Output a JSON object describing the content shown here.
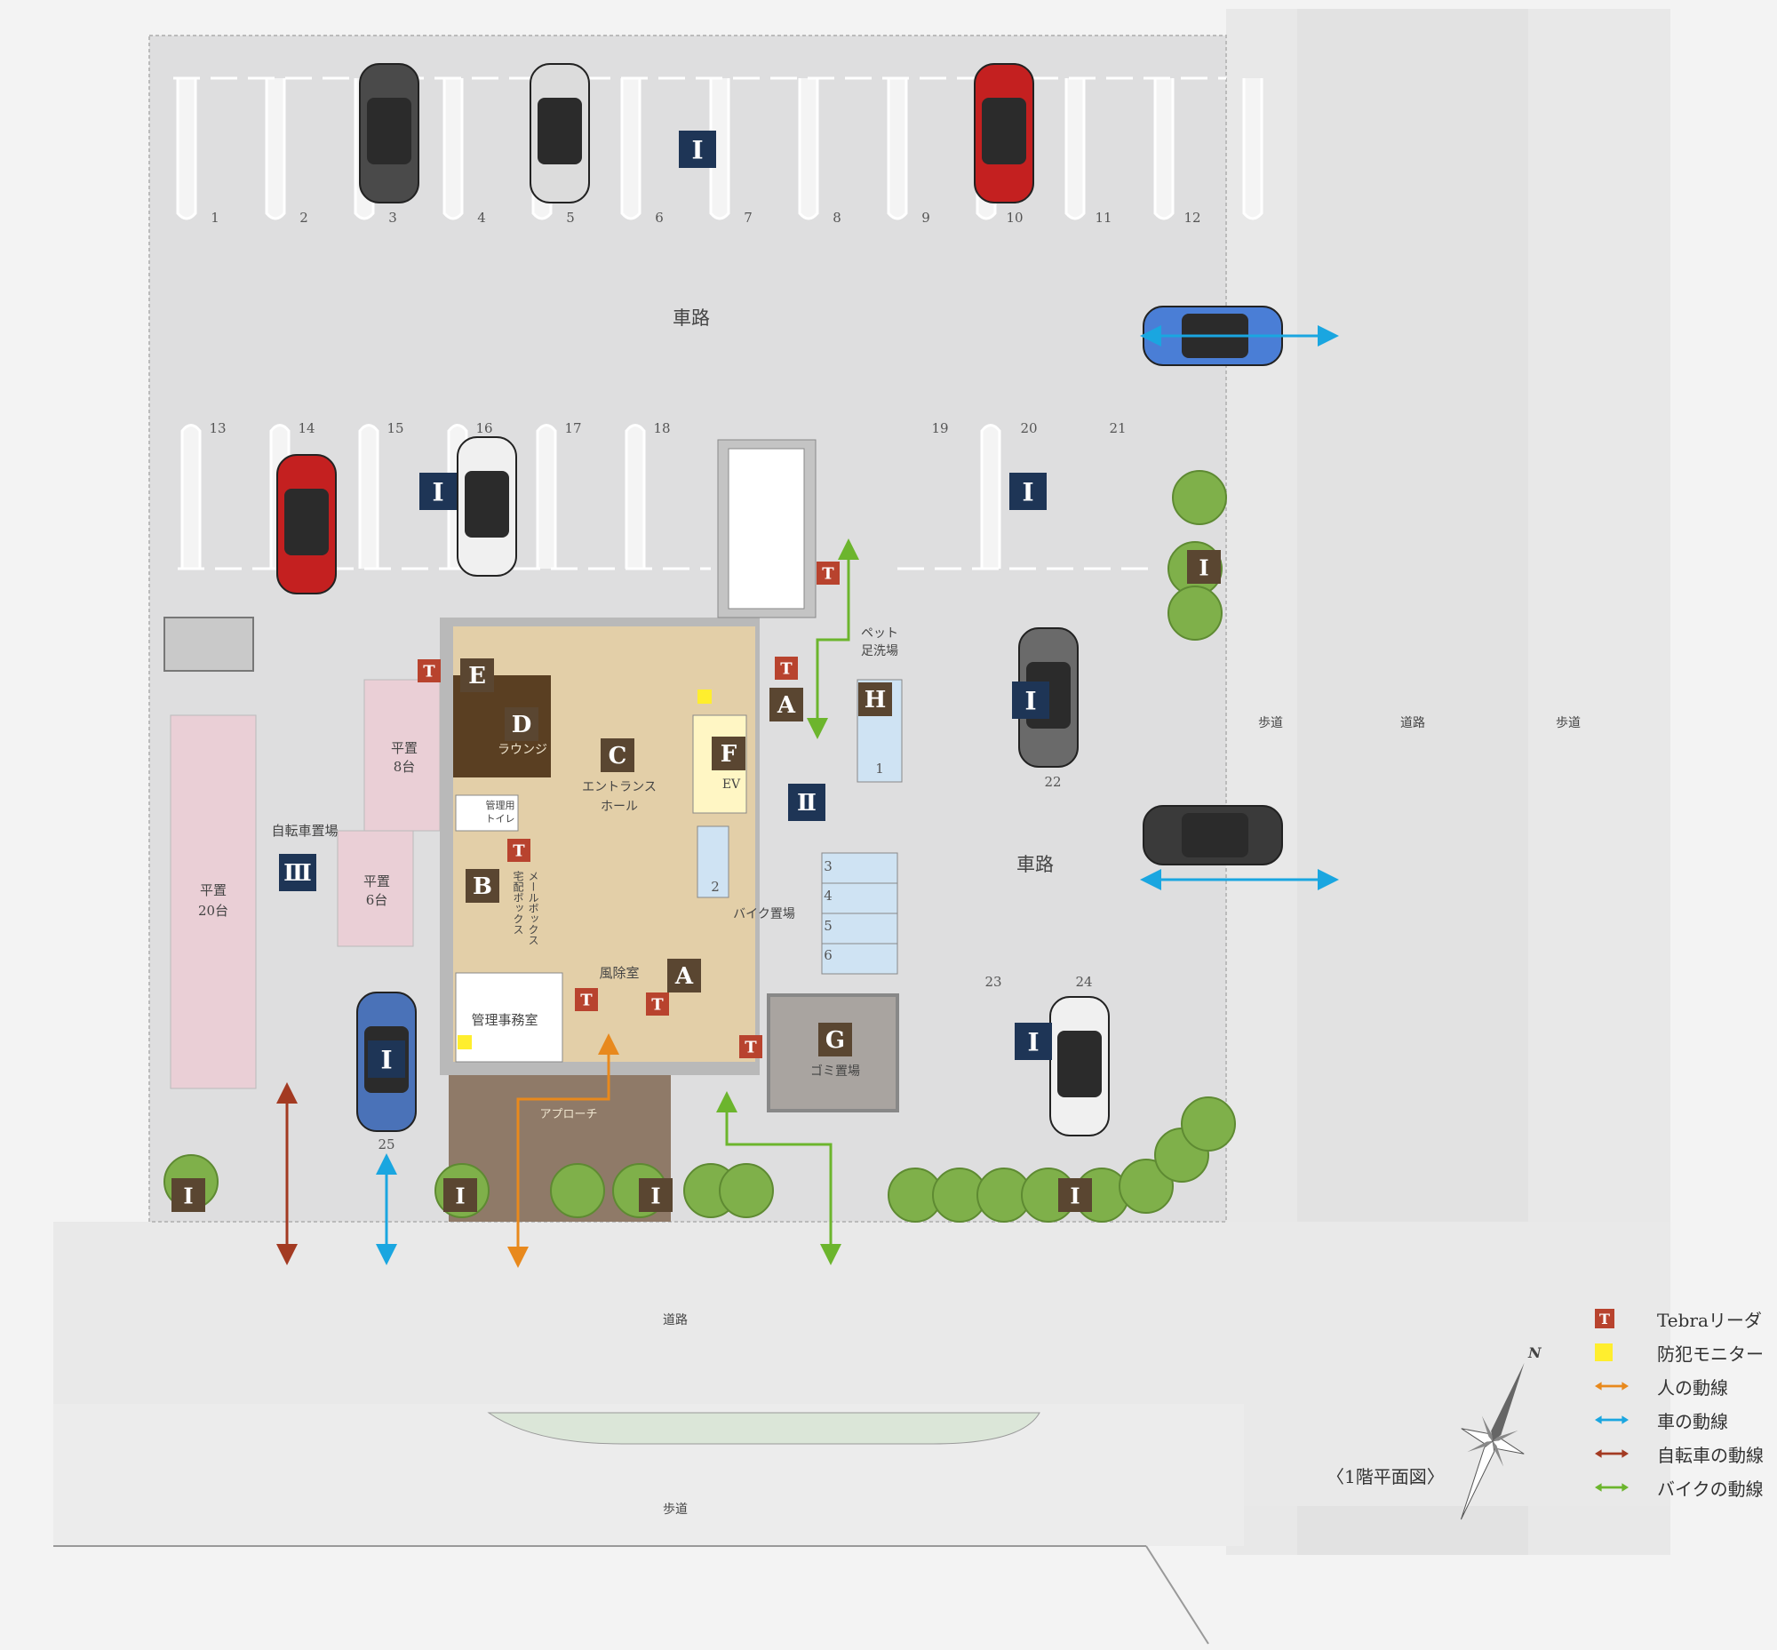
{
  "colors": {
    "parking": "#dededf",
    "lobby": "#e3cfa8",
    "lounge": "#5a3f22",
    "bicycle": "#eacfd6",
    "bike_slot": "#cfe3f3",
    "tree": "#7fb04a",
    "blue_badge": "#1e3556",
    "brown_badge": "#5a4631",
    "tebra": "#b8432e",
    "monitor": "#ffee2e",
    "person_line": "#e8891d",
    "car_line": "#1aa6e0",
    "bicycle_line": "#a33a22",
    "bike_line": "#6cb52d"
  },
  "parking_numbers_top": [
    "1",
    "2",
    "3",
    "4",
    "5",
    "6",
    "7",
    "8",
    "9",
    "10",
    "11",
    "12"
  ],
  "parking_numbers_mid": [
    "13",
    "14",
    "15",
    "16",
    "17",
    "18",
    "19",
    "20",
    "21"
  ],
  "parking_numbers_other": [
    "22",
    "23",
    "24",
    "25"
  ],
  "bike_slots": [
    "1",
    "2",
    "3",
    "4",
    "5",
    "6"
  ],
  "zone_badges": {
    "I": "Ⅰ",
    "II": "Ⅱ",
    "III": "Ⅲ"
  },
  "facility_letters": [
    "A",
    "A",
    "B",
    "C",
    "D",
    "E",
    "F",
    "G",
    "H"
  ],
  "tebra_mark": "T",
  "labels": {
    "road_top": "車路",
    "road_right": "車路",
    "bicycle_area": "自転車置場",
    "flat8": [
      "平置",
      "8台"
    ],
    "flat6": [
      "平置",
      "6台"
    ],
    "flat20": [
      "平置",
      "20台"
    ],
    "lounge": "ラウンジ",
    "entrance_hall": [
      "エントランス",
      "ホール"
    ],
    "ev": "EV",
    "pet_wash": [
      "ペット",
      "足洗場"
    ],
    "mgmt_toilet": [
      "管理用",
      "トイレ"
    ],
    "mailbox": [
      "メールボックス",
      "宅配ボックス"
    ],
    "bike_parking": "バイク置場",
    "windbreak": "風除室",
    "office": "管理事務室",
    "garbage": "ゴミ置場",
    "approach": "アプローチ",
    "sidewalk_east1": "歩道",
    "road_east": "道路",
    "sidewalk_east2": "歩道",
    "road_south": "道路",
    "sidewalk_south": "歩道",
    "north": "N"
  },
  "plan_caption": "〈1階平面図〉",
  "legend": [
    {
      "symbol": "tebra",
      "text": "Tebraリーダ"
    },
    {
      "symbol": "monitor",
      "text": "防犯モニター"
    },
    {
      "symbol": "person",
      "text": "人の動線"
    },
    {
      "symbol": "car",
      "text": "車の動線"
    },
    {
      "symbol": "bicycle",
      "text": "自転車の動線"
    },
    {
      "symbol": "bike",
      "text": "バイクの動線"
    }
  ]
}
